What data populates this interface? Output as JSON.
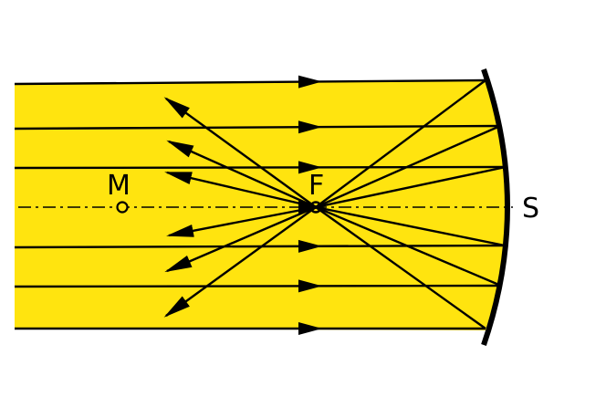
{
  "diagram": {
    "labels": {
      "center": "M",
      "focus": "F",
      "mirror": "S"
    },
    "incoming_ray_count": 7,
    "colors": {
      "beam": "#FFE40F",
      "ink": "#000000",
      "background": "#FFFFFF"
    }
  }
}
